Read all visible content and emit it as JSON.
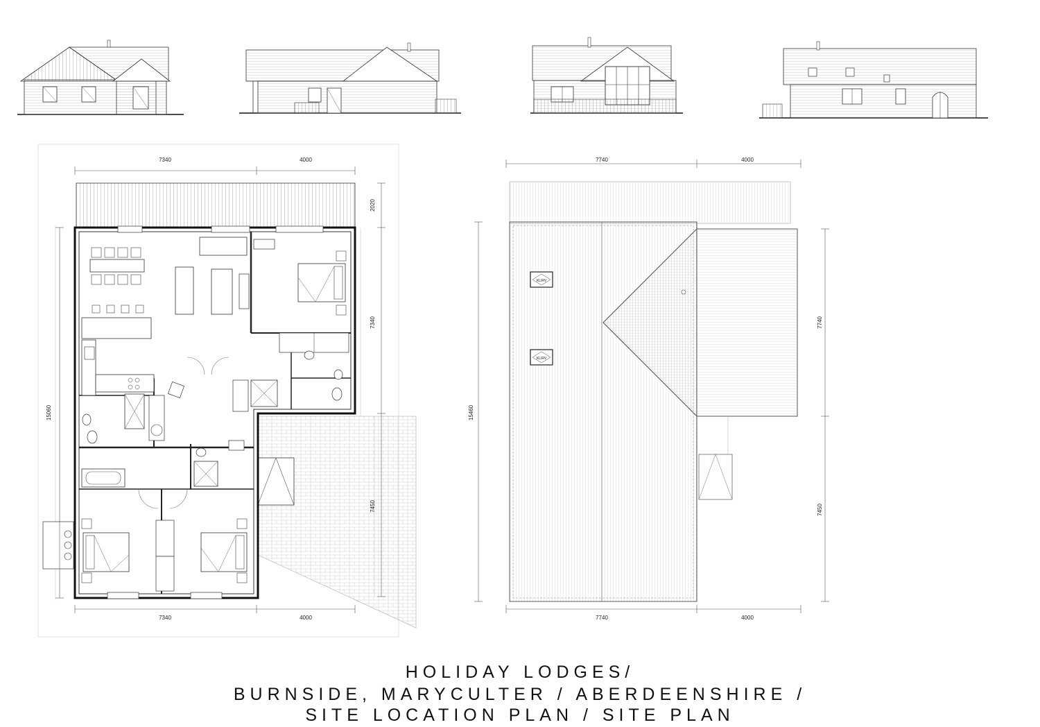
{
  "title": {
    "line1": "HOLIDAY LODGES/",
    "line2": "BURNSIDE, MARYCULTER / ABERDEENSHIRE /",
    "line3": "SITE LOCATION PLAN / SITE PLAN"
  },
  "floor_plan": {
    "dim_top_left": "7340",
    "dim_top_right": "4000",
    "dim_right_deck": "2020",
    "dim_right_upper": "7340",
    "dim_right_lower": "7450",
    "dim_left_total": "15060",
    "dim_bottom_left": "7340",
    "dim_bottom_right": "4000"
  },
  "roof_plan": {
    "dim_top_left": "7740",
    "dim_top_right": "4000",
    "dim_left_total": "15460",
    "dim_right_upper": "7740",
    "dim_right_lower": "7450",
    "dim_bottom_left": "7740",
    "dim_bottom_right": "4000",
    "rooflight_label": "KLIRV"
  }
}
